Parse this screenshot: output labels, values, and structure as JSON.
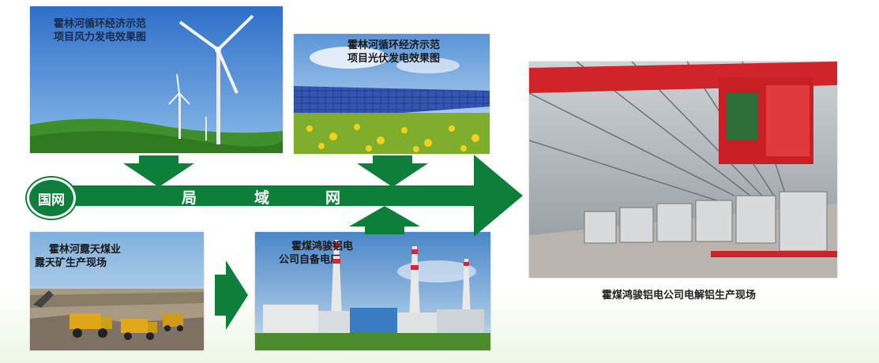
{
  "panels": {
    "wind": {
      "caption_line1": "霍林河循环经济示范",
      "caption_line2": "项目风力发电效果图"
    },
    "solar": {
      "caption_line1": "霍林河循环经济示范",
      "caption_line2": "项目光伏发电效果图"
    },
    "mine": {
      "caption_line1": "霍林河露天煤业",
      "caption_line2": "露天矿生产现场"
    },
    "power": {
      "caption_line1": "霍煤鸿骏铝电",
      "caption_line2": "公司自备电厂"
    },
    "aluminum": {
      "caption": "霍煤鸿骏铝电公司电解铝生产现场"
    }
  },
  "grid": {
    "circle_label": "国网",
    "chars": [
      "局",
      "域",
      "网"
    ]
  },
  "colors": {
    "arrow_green": "#0e7f3a"
  }
}
